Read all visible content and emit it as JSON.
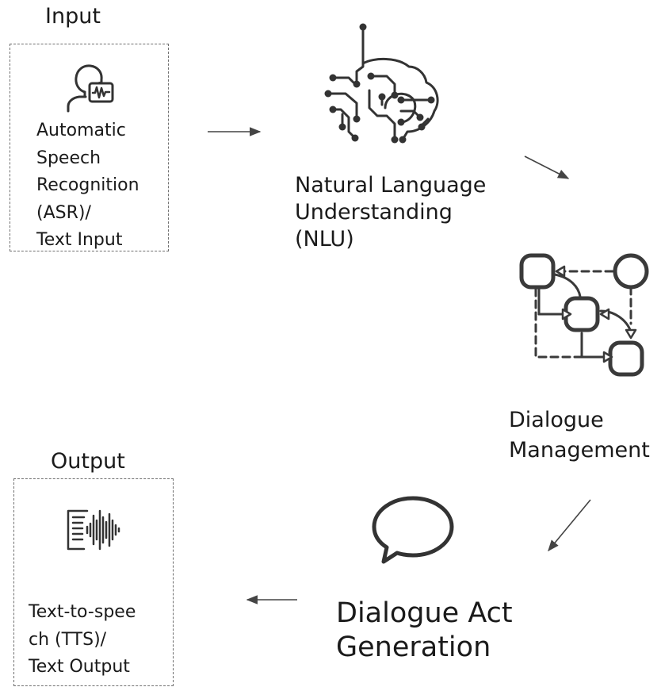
{
  "input": {
    "title": "Input",
    "label_lines": [
      "Automatic",
      "Speech",
      "Recognition",
      "(ASR)/",
      "Text Input"
    ],
    "icon": "speech-recognition-icon"
  },
  "nlu": {
    "label_lines": [
      "Natural Language",
      "Understanding",
      "(NLU)"
    ],
    "icon": "circuit-brain-icon"
  },
  "dialogue_management": {
    "label_lines": [
      "Dialogue",
      "Management"
    ],
    "icon": "state-machine-icon"
  },
  "dialogue_act_generation": {
    "label_lines": [
      "Dialogue Act",
      "Generation"
    ],
    "icon": "speech-bubble-icon"
  },
  "output": {
    "title": "Output",
    "label_lines": [
      "Text-to-spee",
      "ch (TTS)/",
      "Text Output"
    ],
    "icon": "text-to-speech-icon"
  },
  "colors": {
    "text": "#1a1a1a",
    "icon": "#333333",
    "border": "#6f6f6f",
    "arrow": "#444444"
  }
}
